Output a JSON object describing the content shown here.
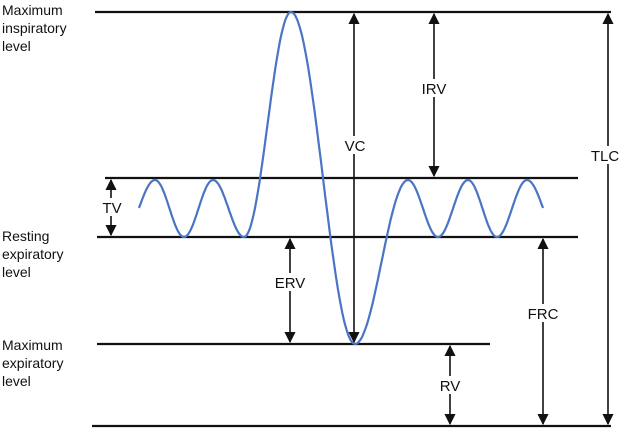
{
  "title": "Lung volumes spirogram",
  "colors": {
    "trace": "#4a74c4",
    "lines": "#111111"
  },
  "left_labels": {
    "max_inspiratory": [
      "Maximum",
      "inspiratory",
      "level"
    ],
    "resting_expiratory": [
      "Resting",
      "expiratory",
      "level"
    ],
    "max_expiratory": [
      "Maximum",
      "expiratory",
      "level"
    ]
  },
  "volumes": {
    "tv": "TV",
    "irv": "IRV",
    "vc": "VC",
    "erv": "ERV",
    "frc": "FRC",
    "rv": "RV",
    "tlc": "TLC"
  }
}
